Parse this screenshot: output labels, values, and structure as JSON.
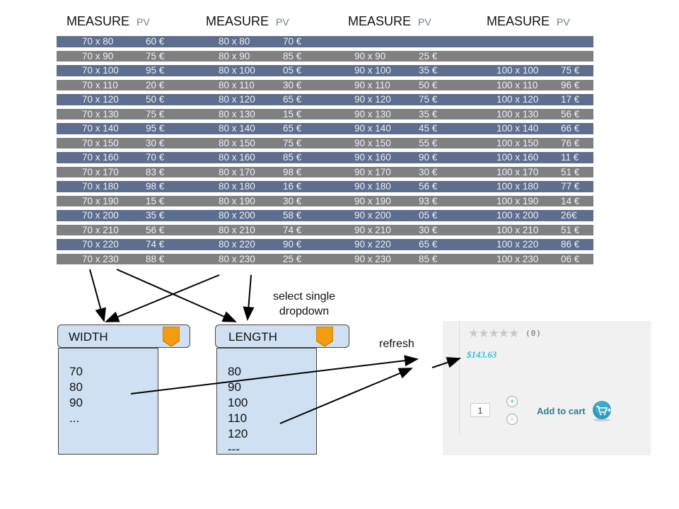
{
  "table": {
    "headers": [
      {
        "measure": "MEASURE",
        "pv": "PV"
      },
      {
        "measure": "MEASURE",
        "pv": "PV"
      },
      {
        "measure": "MEASURE",
        "pv": "PV"
      },
      {
        "measure": "MEASURE",
        "pv": "PV"
      }
    ],
    "rows": [
      [
        [
          "70 x 80",
          "60 €"
        ],
        [
          "80 x 80",
          "70 €"
        ],
        [
          "",
          ""
        ],
        [
          "",
          ""
        ]
      ],
      [
        [
          "70 x 90",
          "75 €"
        ],
        [
          "80 x 90",
          "85 €"
        ],
        [
          "90 x 90",
          "25 €"
        ],
        [
          "",
          ""
        ]
      ],
      [
        [
          "70 x 100",
          "95 €"
        ],
        [
          "80 x 100",
          "05 €"
        ],
        [
          "90 x 100",
          "35 €"
        ],
        [
          "100 x 100",
          "75 €"
        ]
      ],
      [
        [
          "70 x 110",
          "20 €"
        ],
        [
          "80 x 110",
          "30 €"
        ],
        [
          "90 x 110",
          "50 €"
        ],
        [
          "100 x 110",
          "96 €"
        ]
      ],
      [
        [
          "70 x 120",
          "50 €"
        ],
        [
          "80 x 120",
          "65 €"
        ],
        [
          "90 x 120",
          "75 €"
        ],
        [
          "100 x 120",
          "17 €"
        ]
      ],
      [
        [
          "70 x 130",
          "75 €"
        ],
        [
          "80 x 130",
          "15 €"
        ],
        [
          "90 x 130",
          "35 €"
        ],
        [
          "100 x 130",
          "56 €"
        ]
      ],
      [
        [
          "70 x 140",
          "95 €"
        ],
        [
          "80 x 140",
          "65 €"
        ],
        [
          "90 x 140",
          "45 €"
        ],
        [
          "100 x 140",
          "66 €"
        ]
      ],
      [
        [
          "70 x 150",
          "30 €"
        ],
        [
          "80 x 150",
          "75 €"
        ],
        [
          "90 x 150",
          "55 €"
        ],
        [
          "100 x 150",
          "76 €"
        ]
      ],
      [
        [
          "70 x 160",
          "70 €"
        ],
        [
          "80 x 160",
          "85 €"
        ],
        [
          "90 x 160",
          "90 €"
        ],
        [
          "100 x 160",
          "11 €"
        ]
      ],
      [
        [
          "70 x 170",
          "83 €"
        ],
        [
          "80 x 170",
          "98 €"
        ],
        [
          "90 x 170",
          "30 €"
        ],
        [
          "100 x 170",
          "51 €"
        ]
      ],
      [
        [
          "70 x 180",
          "98 €"
        ],
        [
          "80 x 180",
          "16 €"
        ],
        [
          "90 x 180",
          "56 €"
        ],
        [
          "100 x 180",
          "77 €"
        ]
      ],
      [
        [
          "70 x 190",
          "15 €"
        ],
        [
          "80 x 190",
          "30 €"
        ],
        [
          "90 x 190",
          "93 €"
        ],
        [
          "100 x 190",
          "14 €"
        ]
      ],
      [
        [
          "70 x 200",
          "35 €"
        ],
        [
          "80 x 200",
          "58 €"
        ],
        [
          "90 x 200",
          "05 €"
        ],
        [
          "100 x 200",
          "26€"
        ]
      ],
      [
        [
          "70 x 210",
          "56 €"
        ],
        [
          "80 x 210",
          "74 €"
        ],
        [
          "90 x 210",
          "30 €"
        ],
        [
          "100 x 210",
          "51 €"
        ]
      ],
      [
        [
          "70 x 220",
          "74 €"
        ],
        [
          "80 x 220",
          "90 €"
        ],
        [
          "90 x 220",
          "65 €"
        ],
        [
          "100 x 220",
          "86 €"
        ]
      ],
      [
        [
          "70 x 230",
          "88 €"
        ],
        [
          "80 x 230",
          "25 €"
        ],
        [
          "90 x 230",
          "85 €"
        ],
        [
          "100 x 230",
          "06 €"
        ]
      ]
    ],
    "colors": {
      "odd": "#5d6e8e",
      "even": "#7f8081"
    }
  },
  "dropdowns": {
    "width": {
      "label": "WIDTH",
      "options": [
        "70",
        "80",
        "90",
        "..."
      ]
    },
    "length": {
      "label": "LENGTH",
      "options": [
        "80",
        "90",
        "100",
        "110",
        "120",
        "---"
      ]
    },
    "button_color": "#f59b11"
  },
  "notes": {
    "select": "select single dropdown",
    "refresh": "refresh"
  },
  "product": {
    "rating_count": "(0)",
    "stars_filled": 0,
    "stars_total": 5,
    "price": "$143.63",
    "quantity": "1",
    "plus": "+",
    "minus": "-",
    "add_to_cart": "Add to cart"
  }
}
